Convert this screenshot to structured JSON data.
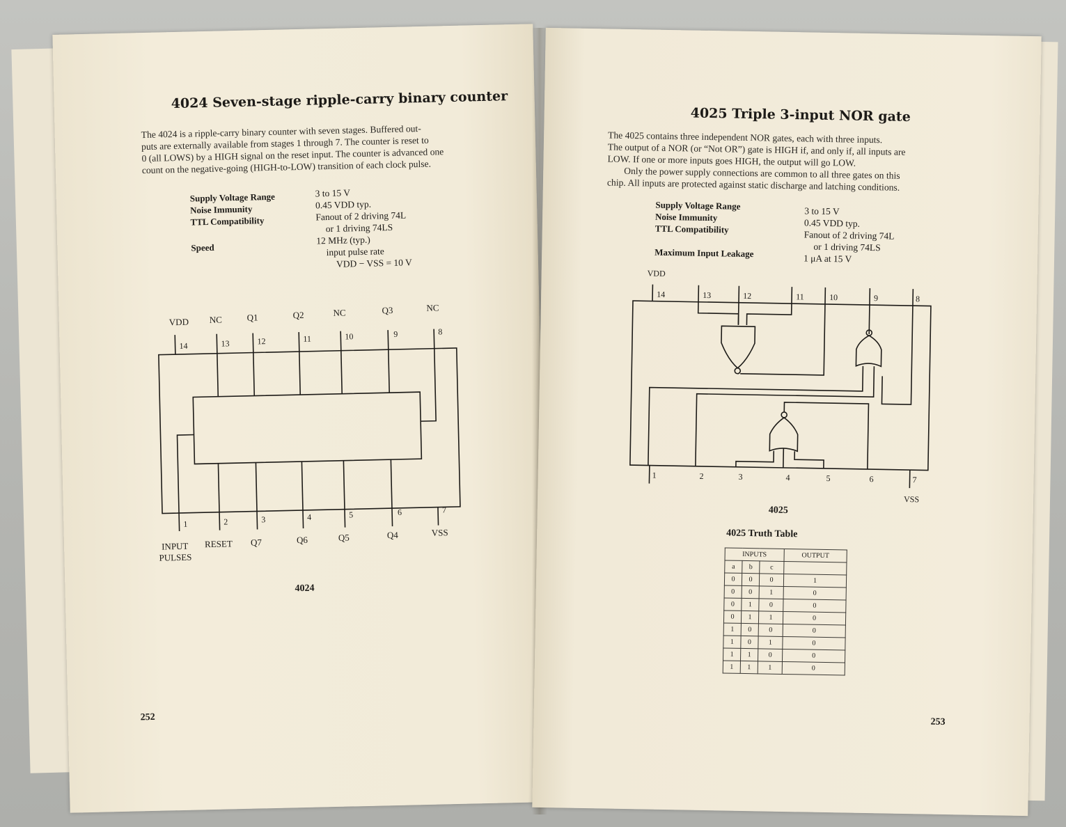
{
  "left_page": {
    "title": "4024 Seven-stage ripple-carry binary counter",
    "paragraph": [
      "The 4024 is a ripple-carry binary counter with seven stages. Buffered out-",
      "puts are externally available from stages 1 through 7. The counter is reset to",
      "0 (all LOWS) by a HIGH signal on the reset input. The counter is advanced one",
      "count on the negative-going (HIGH-to-LOW) transition of each clock pulse."
    ],
    "specs": {
      "labels": [
        "Supply Voltage Range",
        "Noise Immunity",
        "TTL Compatibility",
        "Speed"
      ],
      "values": [
        "3 to 15 V",
        "0.45 VDD typ.",
        "Fanout of 2 driving 74L",
        "or 1 driving 74LS",
        "12 MHz (typ.)",
        "input pulse rate",
        "VDD − VSS = 10 V"
      ]
    },
    "diagram": {
      "top_labels": [
        "VDD",
        "NC",
        "Q1",
        "Q2",
        "NC",
        "Q3",
        "NC"
      ],
      "top_pins": [
        "14",
        "13",
        "12",
        "11",
        "10",
        "9",
        "8"
      ],
      "bottom_pins": [
        "1",
        "2",
        "3",
        "4",
        "5",
        "6",
        "7"
      ],
      "bottom_labels": [
        "INPUT",
        "PULSES",
        "RESET",
        "Q7",
        "Q6",
        "Q5",
        "Q4",
        "VSS"
      ],
      "caption": "4024"
    },
    "page_number": "252"
  },
  "right_page": {
    "title": "4025 Triple 3-input NOR gate",
    "paragraph": [
      "The 4025 contains three independent NOR gates, each with three inputs.",
      "The output of a NOR (or “Not OR”) gate is HIGH if, and only if, all inputs are",
      "LOW. If one or more inputs goes HIGH, the output will go LOW.",
      "Only the power supply connections are common to all three gates on this",
      "chip. All inputs are protected against static discharge and latching conditions."
    ],
    "specs": {
      "labels": [
        "Supply Voltage Range",
        "Noise Immunity",
        "TTL Compatibility",
        "Maximum Input Leakage"
      ],
      "values": [
        "3 to 15 V",
        "0.45 VDD typ.",
        "Fanout of 2 driving 74L",
        "or 1 driving 74LS",
        "1 μA at 15 V"
      ]
    },
    "diagram": {
      "vdd_label": "VDD",
      "vss_label": "VSS",
      "top_pins": [
        "14",
        "13",
        "12",
        "11",
        "10",
        "9",
        "8"
      ],
      "bottom_pins": [
        "1",
        "2",
        "3",
        "4",
        "5",
        "6",
        "7"
      ],
      "caption": "4025"
    },
    "truth_table": {
      "title": "4025 Truth Table",
      "group_headers": [
        "INPUTS",
        "OUTPUT"
      ],
      "columns": [
        "a",
        "b",
        "c"
      ],
      "rows": [
        [
          "0",
          "0",
          "0",
          "1"
        ],
        [
          "0",
          "0",
          "1",
          "0"
        ],
        [
          "0",
          "1",
          "0",
          "0"
        ],
        [
          "0",
          "1",
          "1",
          "0"
        ],
        [
          "1",
          "0",
          "0",
          "0"
        ],
        [
          "1",
          "0",
          "1",
          "0"
        ],
        [
          "1",
          "1",
          "0",
          "0"
        ],
        [
          "1",
          "1",
          "1",
          "0"
        ]
      ]
    },
    "page_number": "253"
  }
}
